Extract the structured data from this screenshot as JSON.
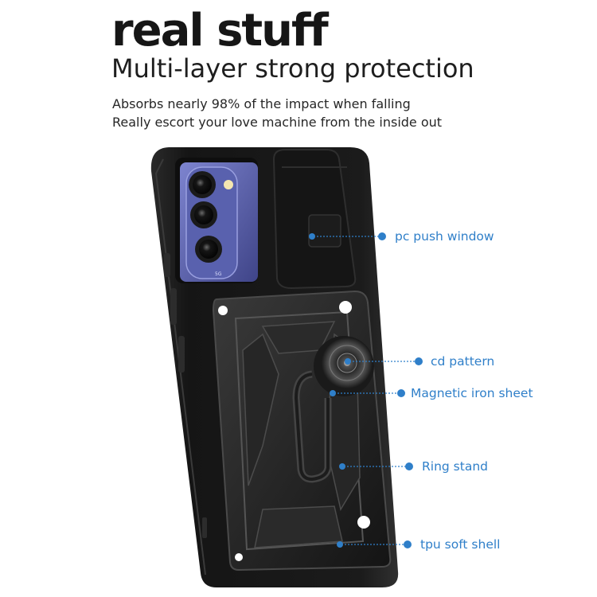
{
  "header": {
    "headline": "real stuff",
    "subheadline": "Multi-layer strong protection",
    "description": [
      "Absorbs nearly 98% of the impact when falling",
      "Really escort your love machine from the inside out"
    ]
  },
  "callouts": [
    {
      "id": "pc-push-window",
      "label": "pc push window"
    },
    {
      "id": "cd-pattern",
      "label": "cd pattern"
    },
    {
      "id": "magnetic-iron-sheet",
      "label": "Magnetic iron sheet"
    },
    {
      "id": "ring-stand",
      "label": "Ring stand"
    },
    {
      "id": "tpu-soft-shell",
      "label": "tpu soft shell"
    }
  ],
  "colors": {
    "accent": "#2f7fc9",
    "headline": "#161616",
    "case_black": "#1a1a1a",
    "phone_body": "#5a5fa8"
  },
  "product": {
    "camera_label": "5G"
  }
}
